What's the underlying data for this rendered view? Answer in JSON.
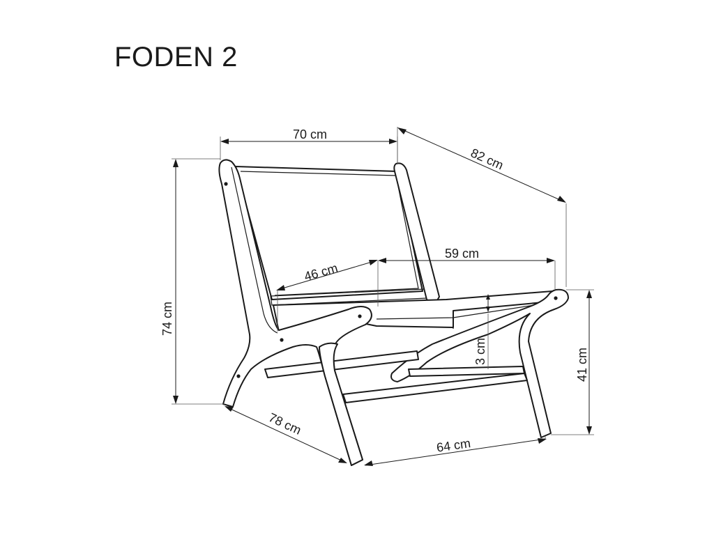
{
  "product": {
    "name": "FODEN 2"
  },
  "dimensions": {
    "width_top": "70 cm",
    "depth_top": "82 cm",
    "seat_width": "59 cm",
    "seat_depth": "46 cm",
    "height_total": "74 cm",
    "height_seat": "41 cm",
    "cushion_thickness": "3 cm",
    "depth_bottom": "78 cm",
    "width_bottom": "64 cm"
  }
}
